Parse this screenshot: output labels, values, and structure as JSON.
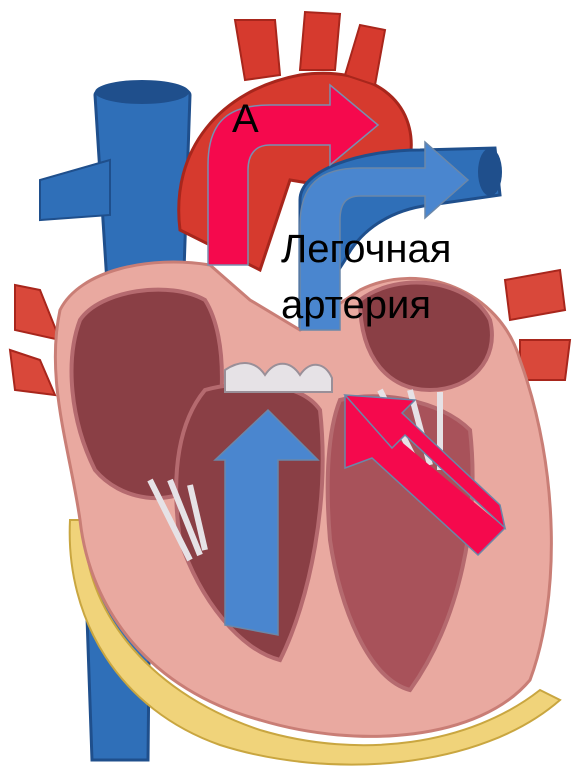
{
  "labels": {
    "aorta": "А",
    "pulmonary_artery_line1": "Легочная",
    "pulmonary_artery_line2": "артерия"
  },
  "colors": {
    "background": "#ffffff",
    "vena_cava": "#2f6fb8",
    "vena_cava_dark": "#1f4f8c",
    "aorta": "#d63a2e",
    "aorta_dark": "#a8261c",
    "pulmonary_veins": "#d9483a",
    "myocardium": "#e9a9a0",
    "myocardium_dark": "#c97e76",
    "chamber_interior": "#8a3f45",
    "chamber_interior_light": "#b56a6f",
    "valve_tissue": "#e6e2e6",
    "fat": "#f0d37a",
    "arrow_oxygenated": "#f5094d",
    "arrow_deoxygenated": "#4a86cf"
  },
  "icons": {
    "oxygenated_arrow": "red-arrow-icon",
    "deoxygenated_arrow": "blue-arrow-icon"
  }
}
